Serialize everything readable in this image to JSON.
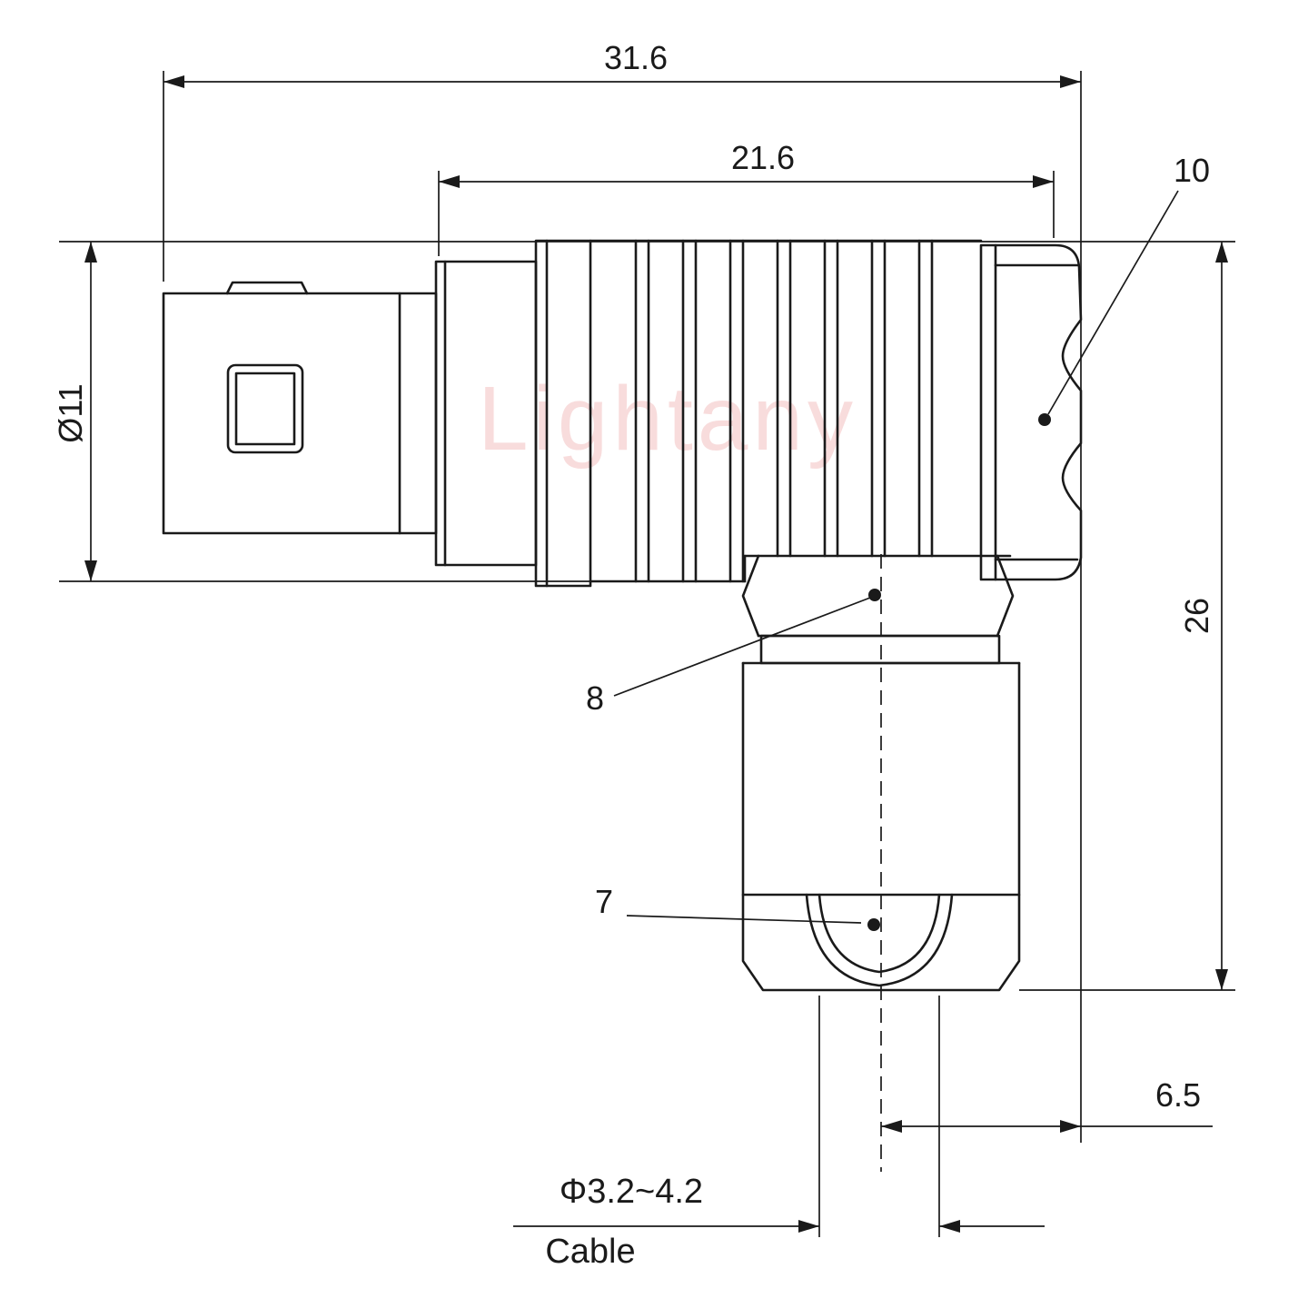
{
  "watermark": {
    "text": "Lightany",
    "color": "#e98f8f"
  },
  "colors": {
    "line": "#1a1a1a",
    "background": "#ffffff"
  },
  "dims": {
    "total_length": "31.6",
    "front_length": "21.6",
    "callout_10": "10",
    "diameter": "Ø11",
    "height": "26",
    "callout_8": "8",
    "callout_7": "7",
    "axis_offset": "6.5",
    "cable_range": "Φ3.2~4.2",
    "cable_word": "Cable"
  }
}
